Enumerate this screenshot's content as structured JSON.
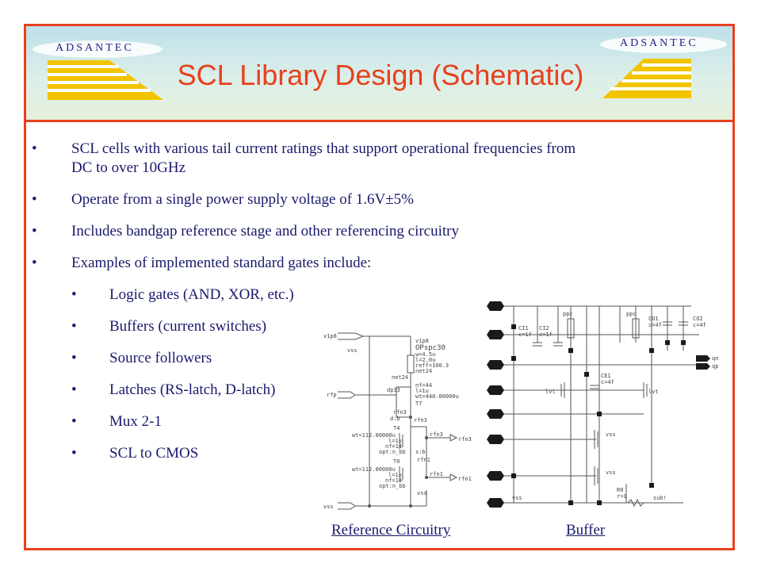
{
  "slide": {
    "title": "SCL Library Design (Schematic)",
    "logo_left": "ADSANTEC",
    "logo_right": "ADSANTEC",
    "colors": {
      "accent": "#e8401e",
      "text": "#1a1a6e",
      "logo_yellow": "#f2c400"
    }
  },
  "bullets": [
    {
      "line1": "SCL cells with various tail current ratings that support operational frequencies from",
      "line2": "DC to over 10GHz"
    },
    {
      "line1": "Operate from a single power supply voltage of 1.6V±5%"
    },
    {
      "line1": "Includes bandgap reference stage and other referencing circuitry"
    },
    {
      "line1": "Examples of implemented standard gates include:"
    }
  ],
  "sub_bullets": [
    "Logic gates (AND, XOR, etc.)",
    "Buffers (current switches)",
    "Source followers",
    "Latches (RS-latch, D-latch)",
    "Mux 2-1",
    "SCL to CMOS"
  ],
  "schematic_reference": {
    "labels": {
      "v1p8": "v1p8",
      "vss_top": "vss",
      "rfp": "rfp",
      "vss_bottom": "vss",
      "v1p8_b": "v1p8",
      "opspc": "OPspc30",
      "w": "w=4.5u",
      "l": "l=2.0u",
      "reff": "reff=100.3",
      "net24a": "net24",
      "net24b": "net24",
      "dp33": "dp33",
      "nf44": "nf=44",
      "l1u": "l=1u",
      "wt440": "wt=440.00000u",
      "t7": "T7",
      "rfn3": "rfn3",
      "rfn3b": "rfn3",
      "t4": "T4",
      "wt112a": "wt=112.00000u",
      "l1a": "l=1u",
      "nf14a": "nf=14",
      "optnbb_a": "opt:n_bb",
      "rfn3_out": "rfn3",
      "t0": "T0",
      "wt112b": "wt=112.00000u",
      "l1b": "l=1u",
      "nf14b": "nf=14",
      "optnbb_b": "opt:n_bb",
      "rfn1": "rfn1",
      "rfn1_out": "rfn1",
      "rfn3_pin": "rfn3",
      "rfn1_pin": "rfn1",
      "vss_c": "vss",
      "sb": "s:b",
      "db": "d:b"
    }
  },
  "schematic_buffer": {
    "labels": {
      "ci1": "CI1",
      "c1f_a": "c=1f",
      "ci2": "CI2",
      "c1f_b": "c=1f",
      "co1": "CO1",
      "c4f_a": "c=4f",
      "co2": "CO2",
      "c4f_b": "c=4f",
      "qn": "qn",
      "qp": "qp",
      "ce1": "CE1",
      "c4f_c": "c=4f",
      "lvt_a": "lvt",
      "lvt_b": "lvt",
      "vss_a": "vss",
      "vss_b": "vss",
      "vss_c": "vss",
      "r0": "R0",
      "r1": "r=1",
      "sub": "sub!",
      "ppc_a": "ppc",
      "ppc_b": "ppc"
    }
  },
  "captions": {
    "reference": "Reference Circuitry",
    "buffer": "Buffer"
  }
}
